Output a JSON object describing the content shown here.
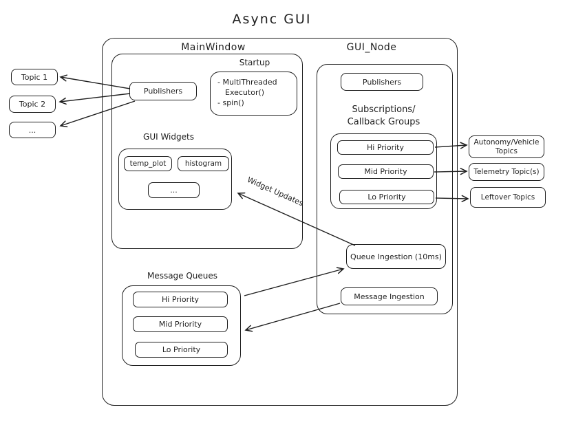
{
  "title": "Async GUI",
  "colors": {
    "stroke": "#1e1e1e",
    "background": "#ffffff"
  },
  "left_topics": [
    "Topic 1",
    "Topic 2",
    "..."
  ],
  "main_window": {
    "label": "MainWindow",
    "publishers_label": "Publishers",
    "startup": {
      "label": "Startup",
      "lines": [
        "- MultiThreaded",
        "Executor()",
        "- spin()"
      ]
    },
    "gui_widgets": {
      "label": "GUI Widgets",
      "items": [
        "temp_plot",
        "histogram",
        "..."
      ]
    }
  },
  "message_queues": {
    "label": "Message Queues",
    "items": [
      "Hi Priority",
      "Mid Priority",
      "Lo Priority"
    ]
  },
  "gui_node": {
    "label": "GUI_Node",
    "publishers_label": "Publishers",
    "subscriptions": {
      "label_line1": "Subscriptions/",
      "label_line2": "Callback Groups",
      "items": [
        "Hi Priority",
        "Mid Priority",
        "Lo Priority"
      ]
    },
    "queue_ingestion_label": "Queue Ingestion (10ms)",
    "message_ingestion_label": "Message Ingestion"
  },
  "right_topics": [
    "Autonomy/Vehicle Topics",
    "Telemetry Topic(s)",
    "Leftover Topics"
  ],
  "arrows": {
    "widget_updates_label": "Widget Updates"
  }
}
